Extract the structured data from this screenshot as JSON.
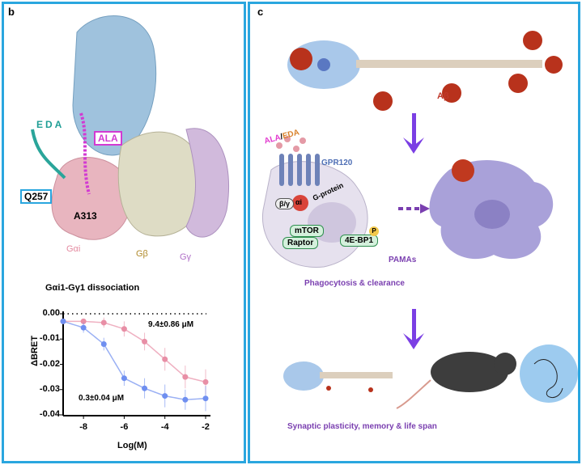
{
  "panel_b": {
    "label": "b",
    "labels": {
      "eda": "EDA",
      "ala": "ALA",
      "q257": "Q257",
      "a313": "A313",
      "gai": "Gαi",
      "gb": "Gβ",
      "gg": "Gγ"
    }
  },
  "panel_c": {
    "label": "c",
    "abeta": "Aβ",
    "ligand_ala": "ALA",
    "ligand_sep": "/",
    "ligand_eda": "EDA",
    "receptor": "GPR120",
    "g_protein": "G-protein",
    "beta_gamma": "β/γ",
    "alpha_i": "αi",
    "mtor": "mTOR",
    "raptor": "Raptor",
    "eif": "4E-BP1",
    "phospho": "P",
    "cell_label": "PAMAs",
    "caption1": "Phagocytosis & clearance",
    "caption2": "Synaptic plasticity, memory & life span"
  },
  "colors": {
    "border": "#2aa6df",
    "arrow": "#7b3fe4",
    "pink": "#e88fa6",
    "blue": "#6f8ff0",
    "purple_text": "#7a3fb0"
  },
  "chart_data": {
    "type": "line",
    "title": "Gαi1-Gγ1 dissociation",
    "xlabel": "Log(M)",
    "ylabel": "ΔBRET",
    "xlim": [
      -9,
      -2
    ],
    "ylim": [
      -0.04,
      0.0
    ],
    "xticks": [
      "-8",
      "-6",
      "-4",
      "-2"
    ],
    "yticks": [
      "0.00",
      "-0.01",
      "-0.02",
      "-0.03",
      "-0.04"
    ],
    "x": [
      -9,
      -8,
      -7,
      -6,
      -5,
      -4,
      -3,
      -2
    ],
    "series": [
      {
        "name": "pink",
        "color": "#e88fa6",
        "annotation": "9.4±0.86 μM",
        "values": [
          -0.003,
          -0.003,
          -0.0035,
          -0.006,
          -0.011,
          -0.018,
          -0.025,
          -0.027
        ],
        "errors": [
          0.001,
          0.001,
          0.002,
          0.003,
          0.0035,
          0.0045,
          0.0045,
          0.005
        ]
      },
      {
        "name": "blue",
        "color": "#6f8ff0",
        "annotation": "0.3±0.04 μM",
        "values": [
          -0.003,
          -0.0055,
          -0.012,
          -0.0255,
          -0.0295,
          -0.0325,
          -0.034,
          -0.0335
        ],
        "errors": [
          0.001,
          0.002,
          0.0025,
          0.003,
          0.004,
          0.0045,
          0.004,
          0.005
        ]
      }
    ]
  }
}
